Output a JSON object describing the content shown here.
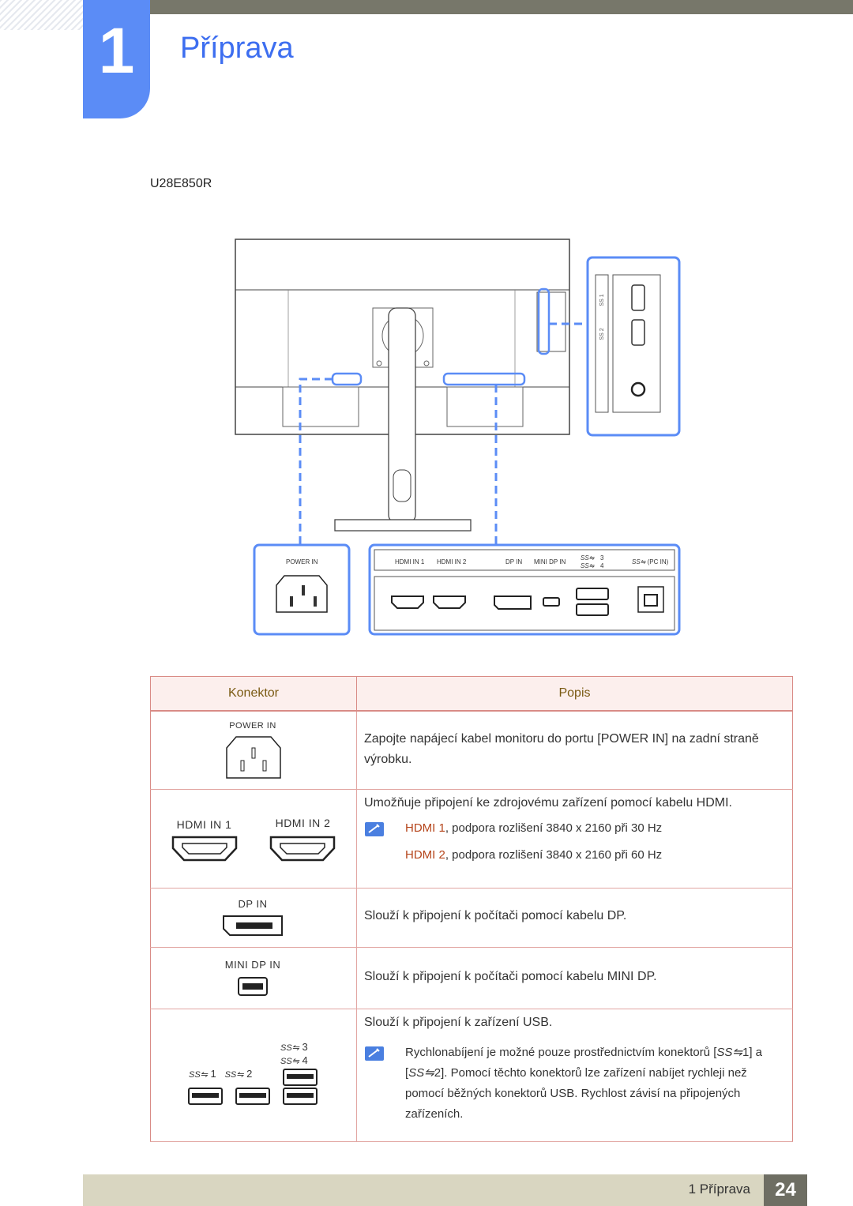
{
  "header": {
    "chapter_number": "1",
    "chapter_title": "Příprava"
  },
  "model": "U28E850R",
  "diagram": {
    "power_label": "POWER IN",
    "hdmi1_label": "HDMI IN 1",
    "hdmi2_label": "HDMI IN 2",
    "dp_label": "DP IN",
    "mini_dp_label": "MINI DP IN",
    "usb3_num": "3",
    "usb4_num": "4",
    "pc_in_label": "PC IN",
    "side_usb1_num": "1",
    "side_usb2_num": "2"
  },
  "table": {
    "headers": {
      "connector": "Konektor",
      "description": "Popis"
    },
    "rows": [
      {
        "connector_label": "POWER IN",
        "description": "Zapojte napájecí kabel monitoru do portu [POWER IN] na zadní straně výrobku."
      },
      {
        "connector_label_1": "HDMI IN 1",
        "connector_label_2": "HDMI IN 2",
        "description": "Umožňuje připojení ke zdrojovému zařízení pomocí kabelu HDMI.",
        "note1_bold": "HDMI 1",
        "note1_text": ", podpora rozlišení 3840 x 2160 při 30 Hz",
        "note2_bold": "HDMI 2",
        "note2_text": ", podpora rozlišení 3840 x 2160 při 60 Hz"
      },
      {
        "connector_label": "DP IN",
        "description": "Slouží k připojení k počítači pomocí kabelu DP."
      },
      {
        "connector_label": "MINI DP IN",
        "description": "Slouží k připojení k počítači pomocí kabelu MINI DP."
      },
      {
        "usb_num_1": "1",
        "usb_num_2": "2",
        "usb_num_3": "3",
        "usb_num_4": "4",
        "description": "Slouží k připojení k zařízení USB.",
        "note_a": "Rychlonabíjení je možné pouze prostřednictvím konektorů",
        "note_b_1": "1",
        "note_b_mid": "] a [",
        "note_b_2": "2",
        "note_b_end": "]. Pomocí těchto konektorů lze zařízení nabíjet rychleji než pomocí běžných konektorů USB. Rychlost závisí na připojených zařízeních."
      }
    ]
  },
  "footer": {
    "section": "1 Příprava",
    "page_number": "24"
  },
  "colors": {
    "accent_blue": "#5b8cf6",
    "highlight": "#b5451b",
    "table_border": "#d98b86"
  }
}
